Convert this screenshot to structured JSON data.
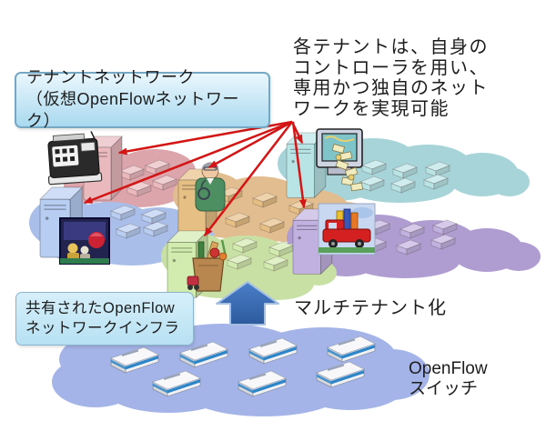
{
  "labels": {
    "tenant_network": {
      "line1": "テナントネットワーク",
      "line2": "（仮想OpenFlowネットワーク）"
    },
    "controller_note": {
      "lines": [
        "各テナントは、自身の",
        "コントローラを用い、",
        "専用かつ独自のネット",
        "ワークを実現可能"
      ]
    },
    "shared_infra": {
      "line1": "共有されたOpenFlow",
      "line2": "ネットワークインフラ"
    },
    "multi_tenant": "マルチテナント化",
    "openflow_switch": {
      "line1": "OpenFlow",
      "line2": "スイッチ"
    }
  },
  "diagram": {
    "tenant_count": 6,
    "infrastructure_switch_count": 7,
    "controller_arrow_count": 6,
    "tenants": [
      {
        "id": "pink",
        "image": "cash-register"
      },
      {
        "id": "tan",
        "image": "doctor"
      },
      {
        "id": "teal",
        "image": "money-computer"
      },
      {
        "id": "blue",
        "image": "cinema"
      },
      {
        "id": "green",
        "image": "groceries"
      },
      {
        "id": "purple",
        "image": "delivery-car"
      }
    ]
  },
  "palette": {
    "text": "#1c1c1c",
    "pink-cloud": "#dca4ab",
    "pink-unit": "#e9b9be",
    "tan-cloud": "#e2bd90",
    "tan-unit": "#e6bf85",
    "teal-cloud": "#a6d4d8",
    "teal-unit": "#b9e4e6",
    "blue-cloud": "#a9bfe9",
    "blue-unit": "#b8cdf2",
    "green-cloud": "#c9e0a5",
    "green-unit": "#d2ebae",
    "purple-cloud": "#af9cd1",
    "purple-unit": "#c1b1e1",
    "infra-cloud": "#a5b4e8",
    "switch-body": "#f0f1f4",
    "switch-stripe": "#2e86c8",
    "arrow-red": "#d41515",
    "block-arrow-start": "#4a7ec9",
    "block-arrow-end": "#2d5a9d",
    "block-arrow-border": "#a6c0e2",
    "callout-border": "#76a8c4",
    "callout-bg-top": "#eaf7fd",
    "callout-bg-bottom": "#a9d9ef",
    "infra-border": "#8ab4cc",
    "infra-bg-top": "#d6effa",
    "infra-bg-bottom": "#b7e1f3"
  }
}
